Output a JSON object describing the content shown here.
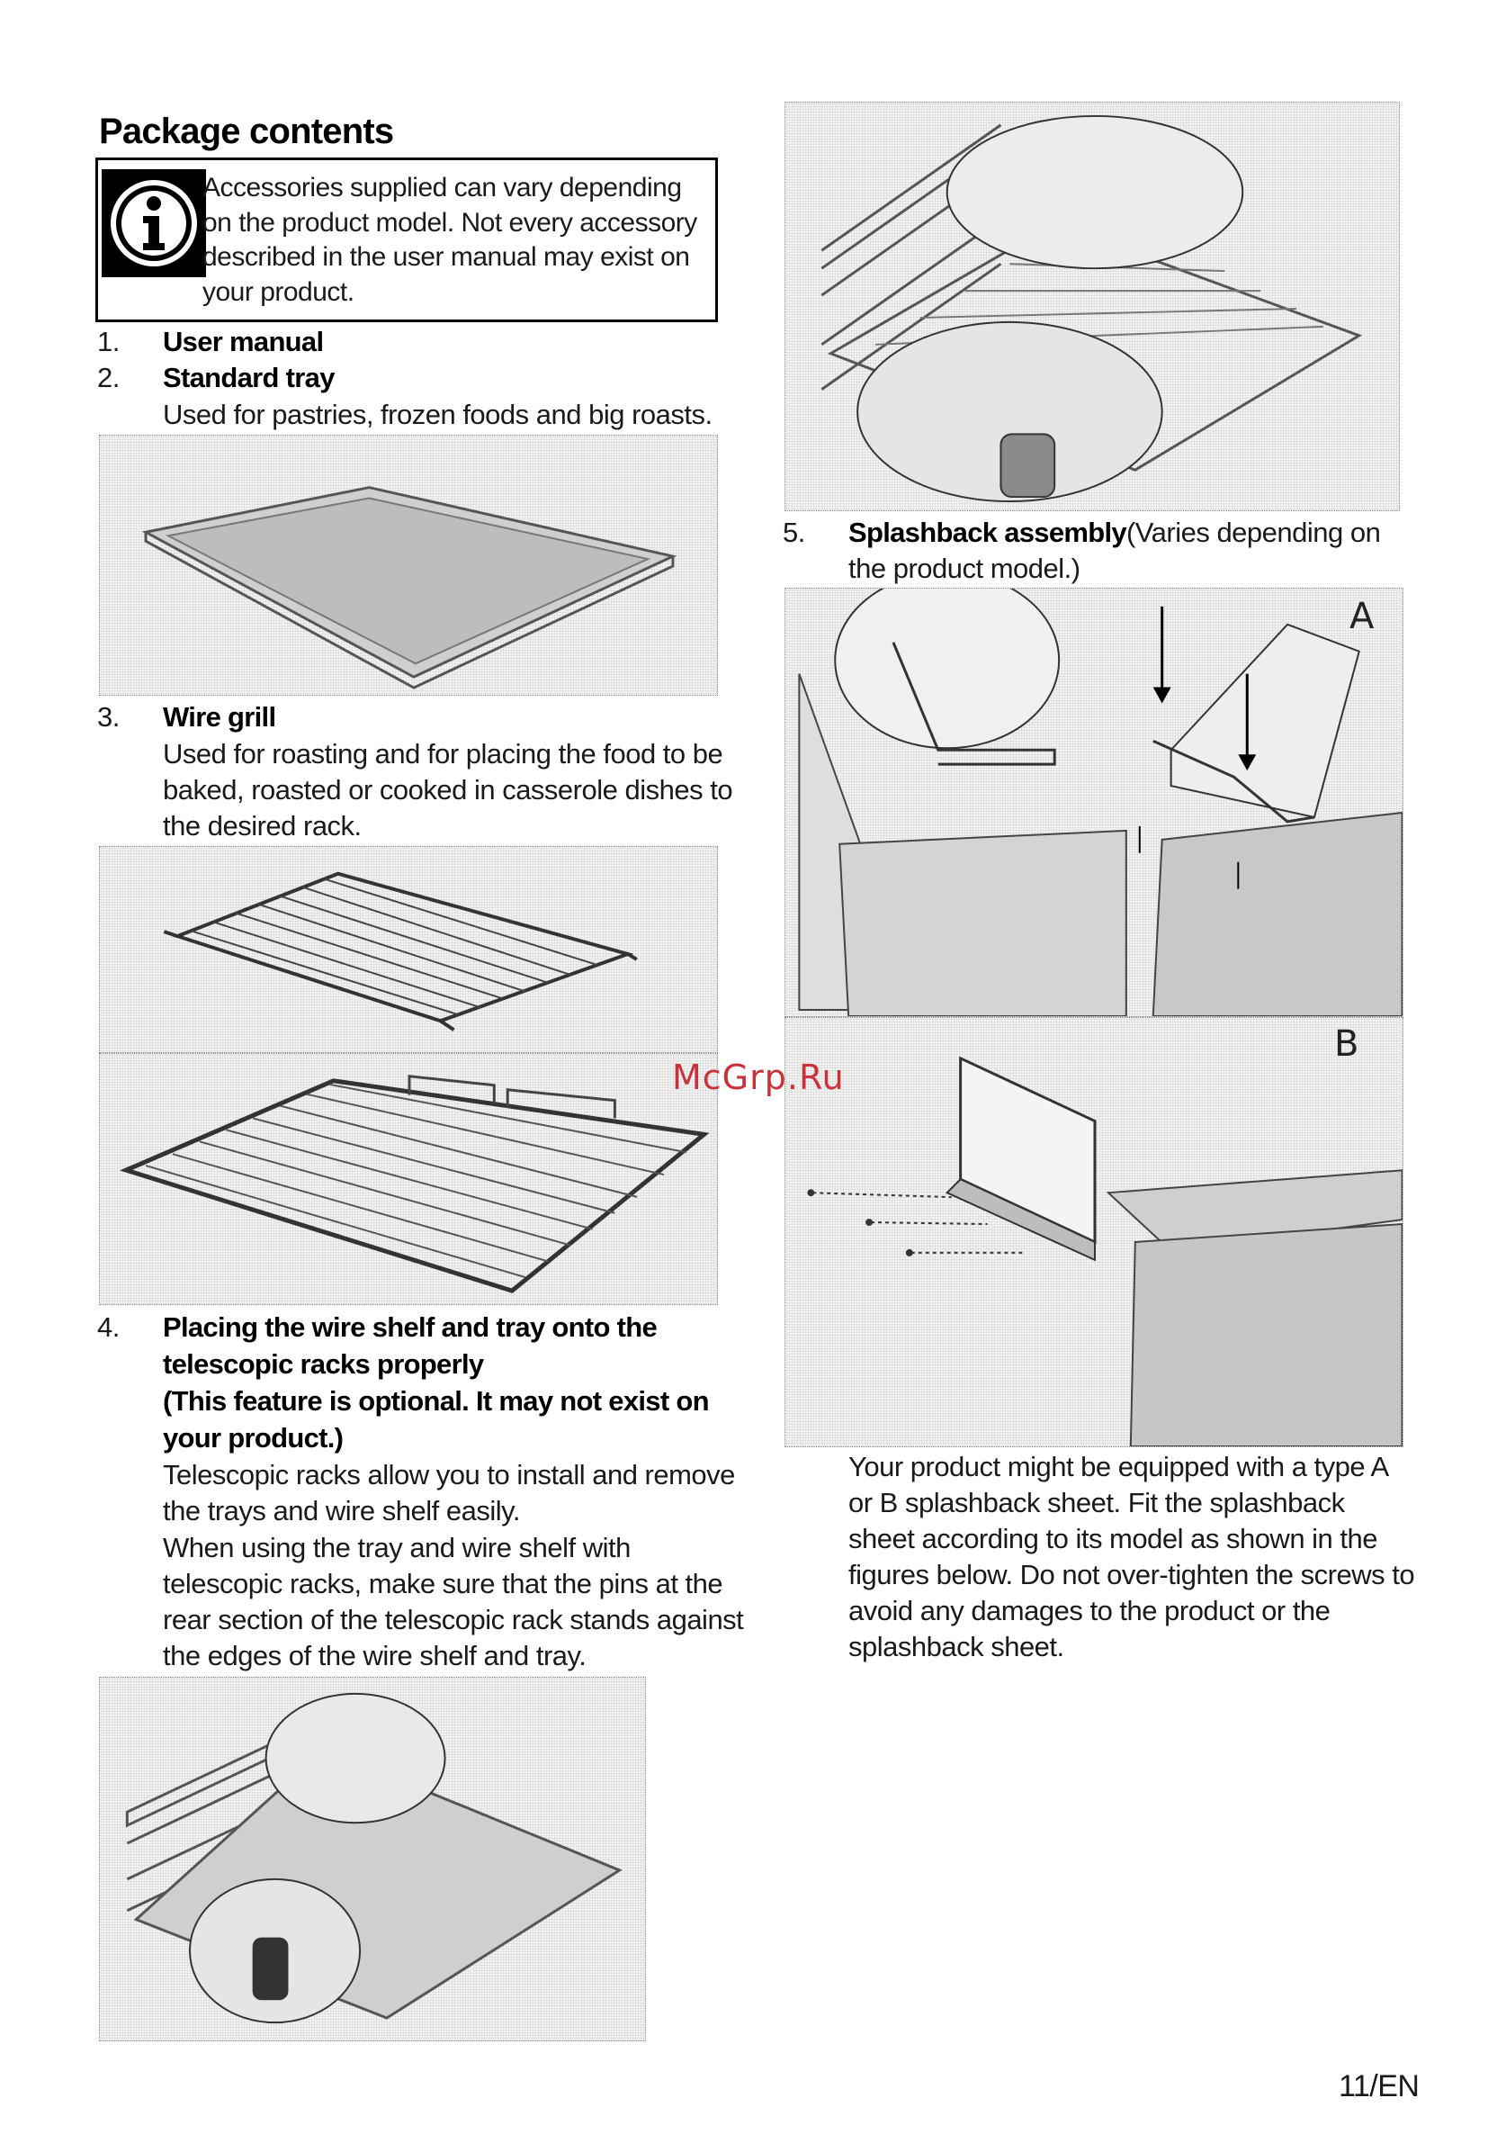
{
  "title": "Package contents",
  "info_note": "Accessories supplied can vary depending on the product model. Not every accessory described in the user manual may exist on your product.",
  "items": [
    {
      "num": "1.",
      "title": "User manual"
    },
    {
      "num": "2.",
      "title": "Standard tray",
      "desc": "Used for pastries, frozen foods and big roasts."
    },
    {
      "num": "3.",
      "title": "Wire grill",
      "desc": "Used for roasting and for placing the food to be baked, roasted or cooked in casserole dishes to the desired rack."
    },
    {
      "num": "4.",
      "title_lines": [
        "Placing the wire shelf and tray onto the",
        "telescopic racks properly",
        "(This feature is optional. It may not exist on",
        "your product.)"
      ],
      "desc": "Telescopic racks allow you to install and remove the trays and wire shelf easily.",
      "desc2": "When using the tray and wire shelf with telescopic racks, make sure that the pins at the rear section of the telescopic rack stands against the edges of the wire shelf and tray."
    },
    {
      "num": "5.",
      "title": "Splashback assembly",
      "title_suffix": "(Varies depending on the product model.)"
    }
  ],
  "figure_labels": {
    "a": "A",
    "b": "B"
  },
  "splashback_text": "Your product might be equipped with a type A or B splashback sheet. Fit the splashback sheet according to its model as shown in the figures below. Do not over-tighten the screws to avoid any damages to the product or the splashback sheet.",
  "watermark": "McGrp.Ru",
  "page_number": "11/EN"
}
